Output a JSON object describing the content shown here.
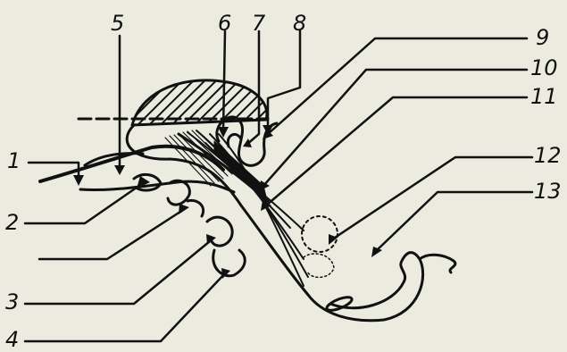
{
  "diagram": {
    "labels": [
      "1",
      "2",
      "3",
      "4",
      "5",
      "6",
      "7",
      "8",
      "9",
      "10",
      "11",
      "12",
      "13"
    ]
  },
  "colors": {
    "ink": "#111111",
    "background": "#ebebdf"
  }
}
